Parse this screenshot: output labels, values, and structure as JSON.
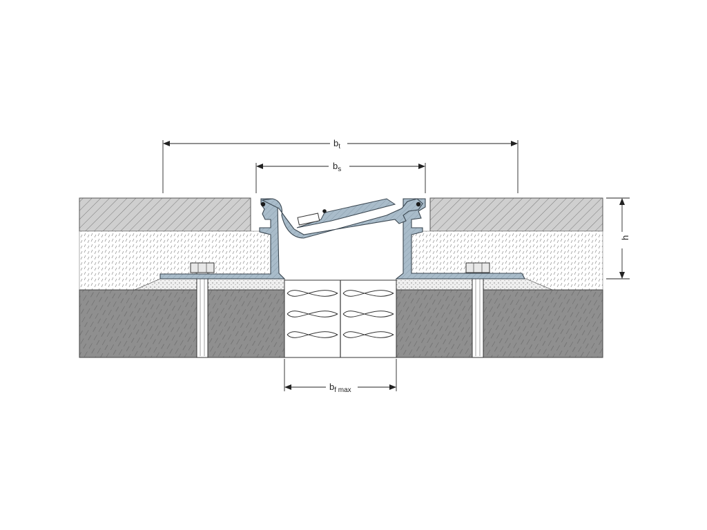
{
  "dimensions": {
    "bt": {
      "base": "b",
      "sub": "t"
    },
    "bs": {
      "base": "b",
      "sub": "s"
    },
    "h": {
      "base": "h",
      "sub": ""
    },
    "bfmax": {
      "base": "b",
      "sub": "f max"
    }
  },
  "colors": {
    "slab": "#8f8f8f",
    "screed": "#ffffff",
    "tile": "#c9c9c9",
    "profile": "#a9bcca",
    "profile_stroke": "#3a4650",
    "line": "#222222"
  }
}
